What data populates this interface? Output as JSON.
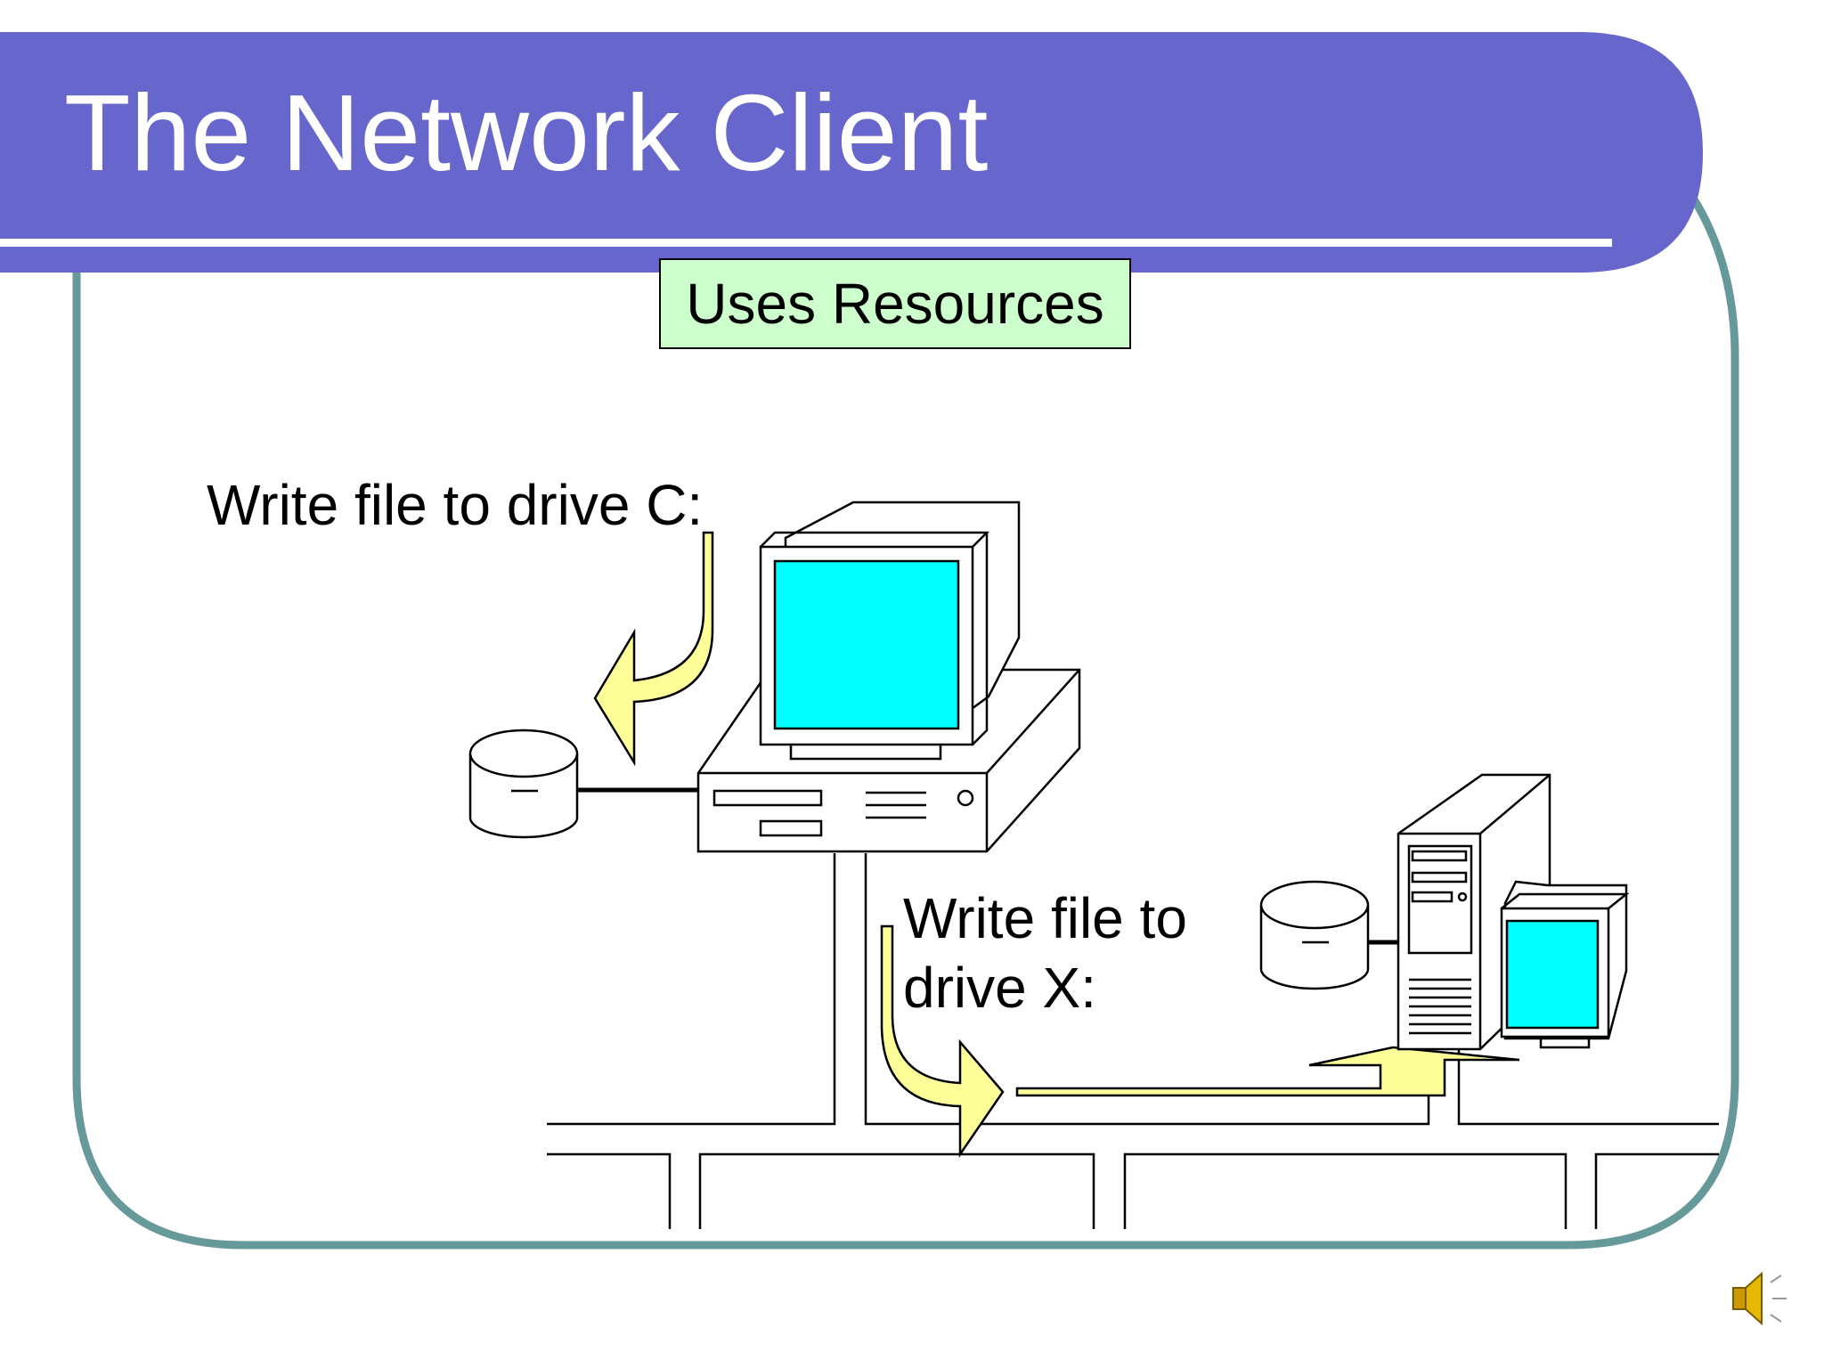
{
  "slide": {
    "title": "The Network Client",
    "tag": "Uses Resources",
    "label_local": "Write file to drive C:",
    "label_network_line1": "Write file to",
    "label_network_line2": "drive X:"
  },
  "icons": {
    "local_drive": "hard-disk-icon",
    "client_computer": "desktop-computer-icon",
    "server_computer": "tower-server-icon",
    "server_drive": "hard-disk-icon",
    "speaker": "speaker-icon"
  },
  "colors": {
    "title_bar": "#6666cc",
    "frame": "#669999",
    "tag_background": "#ccffcc",
    "screen": "#00ffff",
    "arrow": "#ffff99"
  }
}
